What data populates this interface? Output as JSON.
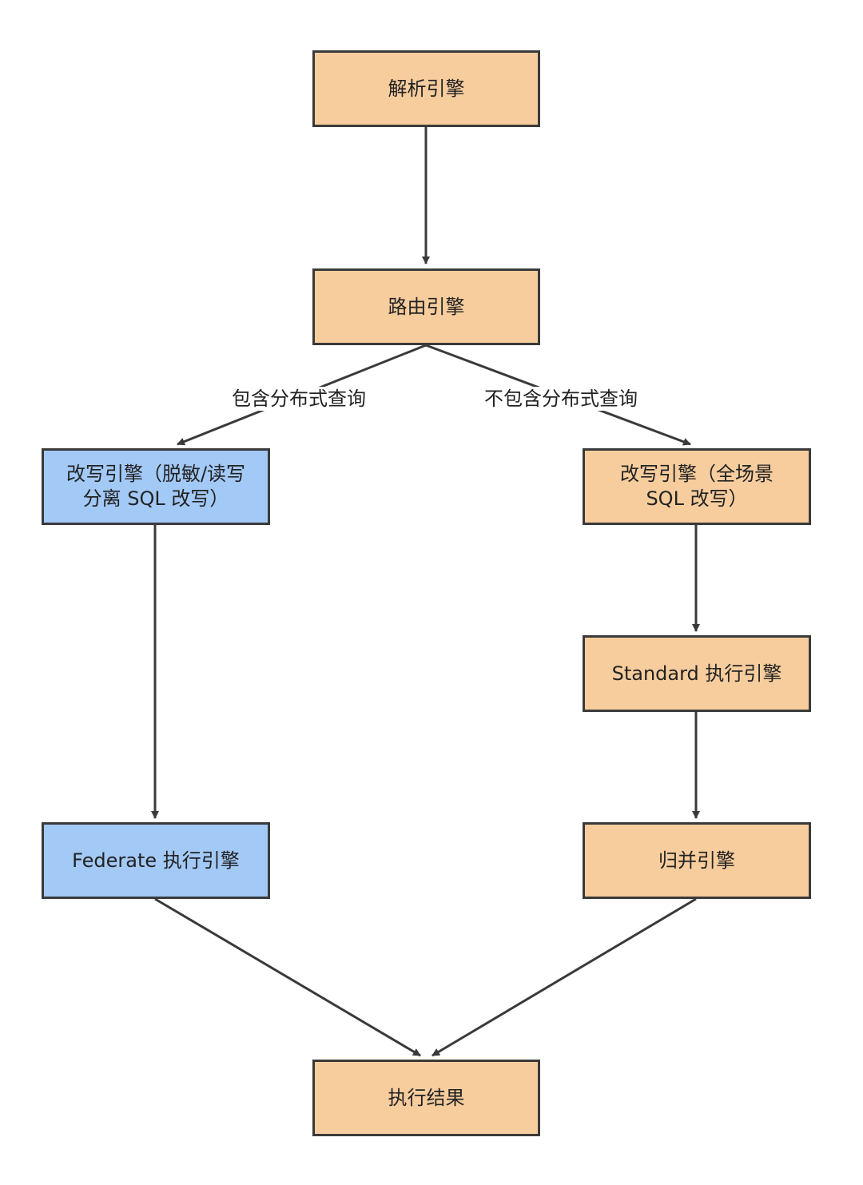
{
  "colors": {
    "orange_node": "#f7cd9e",
    "blue_node": "#a3c9f7",
    "stroke": "#3a3a3a"
  },
  "nodes": {
    "parse": "解析引擎",
    "route": "路由引擎",
    "rewrite_left": "改写引擎（脱敏/读写\n分离 SQL 改写）",
    "rewrite_right": "改写引擎（全场景\nSQL 改写）",
    "standard_exec": "Standard 执行引擎",
    "federate_exec": "Federate 执行引擎",
    "merge": "归并引擎",
    "result": "执行结果"
  },
  "edges": {
    "left_label": "包含分布式查询",
    "right_label": "不包含分布式查询"
  }
}
